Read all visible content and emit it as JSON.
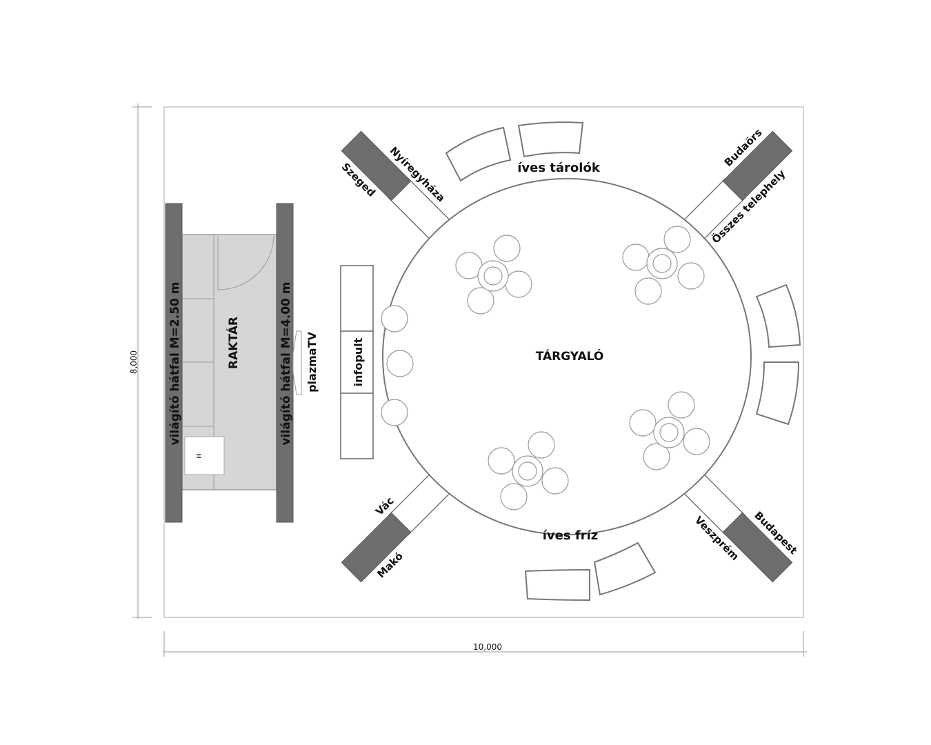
{
  "dimensions": {
    "height_label": "8,000",
    "width_label": "10,000"
  },
  "rooms": {
    "meeting": "TÁRGYALÓ",
    "storage": "RAKTÁR"
  },
  "walls": {
    "left": "világító hátfal M=2.50 m",
    "right": "világító hátfal M=4.00 m"
  },
  "furniture": {
    "infodesk": "infopult",
    "tv": "plazmaTV",
    "storage_box": "H",
    "curved_storage": "íves tárolók",
    "curved_frieze": "íves fríz"
  },
  "arms": {
    "nw": [
      "Szeged",
      "Nyíregyháza"
    ],
    "ne": [
      "Budaörs",
      "Összes telephely"
    ],
    "sw": [
      "Makó",
      "Vác"
    ],
    "se": [
      "Budapest",
      "Veszprém"
    ]
  },
  "colors": {
    "wall": "#6e6e6e",
    "storage_fill": "#d6d6d6"
  }
}
